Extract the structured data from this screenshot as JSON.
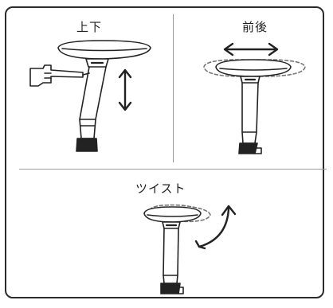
{
  "sections": {
    "up_down": {
      "label": "上下"
    },
    "front_back": {
      "label": "前後"
    },
    "twist": {
      "label": "ツイスト"
    }
  },
  "colors": {
    "line": "#222222",
    "divider": "#9a9a9a",
    "border": "#2b2b2b"
  }
}
